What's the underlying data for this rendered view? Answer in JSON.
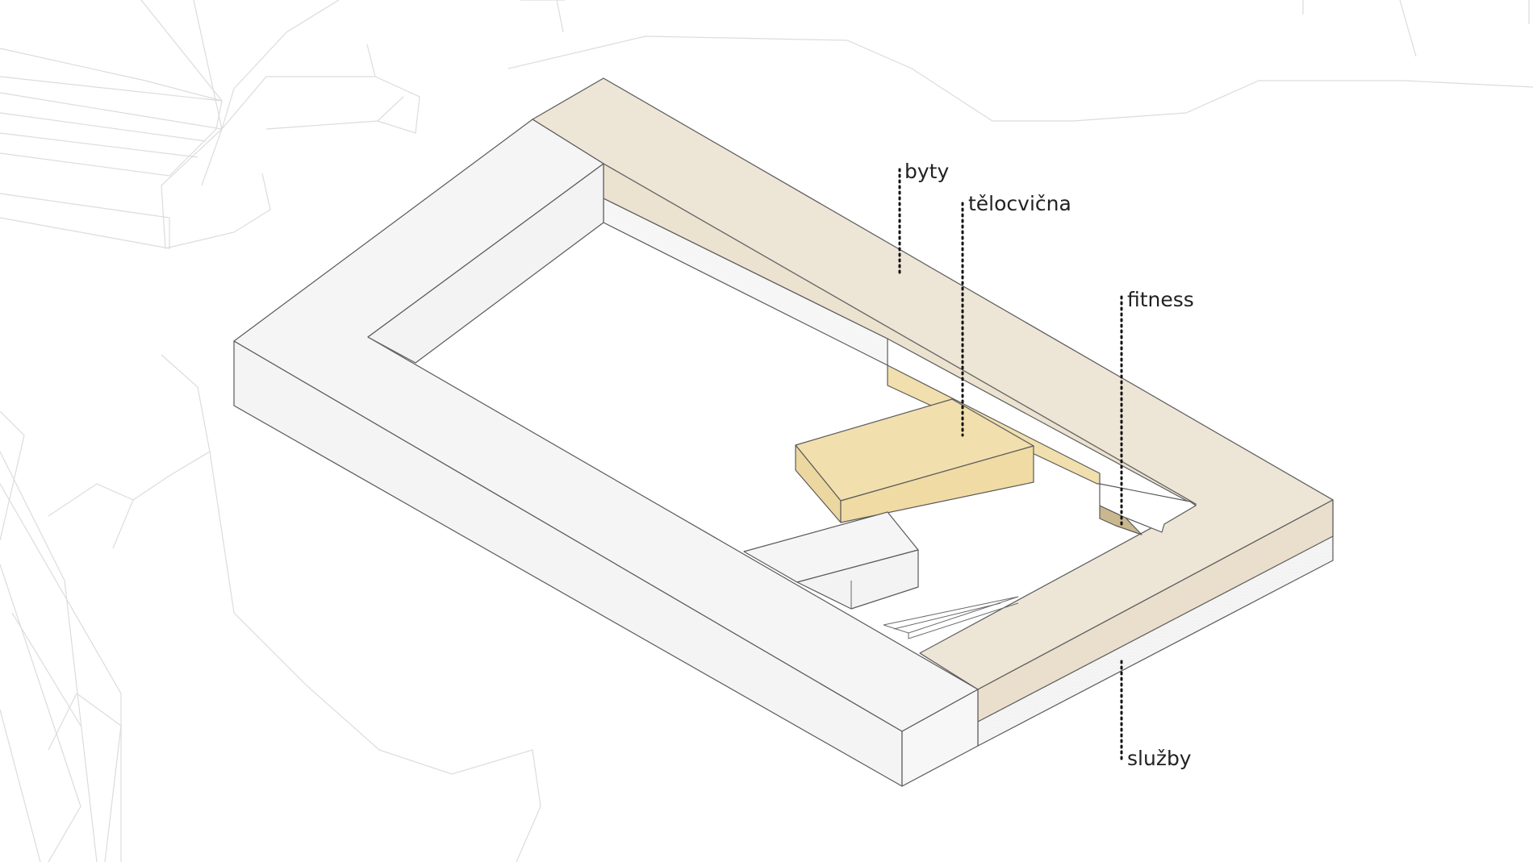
{
  "labels": {
    "byty": "byty",
    "telocvicna": "tělocvična",
    "fitness": "fitness",
    "sluzby": "služby"
  },
  "colors": {
    "apartments_roof": "#ede5d6",
    "apartments_side": "#e9dfcc",
    "gym_top": "#f1dfae",
    "gym_side": "#ecd7a1",
    "fitness": "#c9b78e",
    "services": "#f3f3f3",
    "ground_floor": "#f5f5f5",
    "context_lines": "#dcdcdc"
  }
}
